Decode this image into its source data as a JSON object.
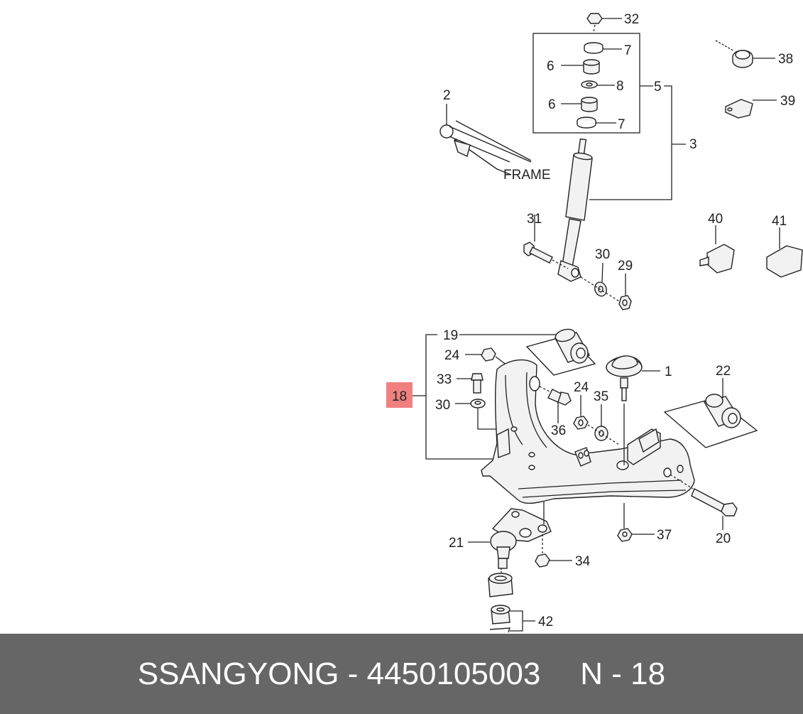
{
  "diagram": {
    "frame_label": "FRAME",
    "highlighted_part": "18",
    "callouts": {
      "c1": "1",
      "c2": "2",
      "c3": "3",
      "c5": "5",
      "c6a": "6",
      "c6b": "6",
      "c7a": "7",
      "c7b": "7",
      "c8": "8",
      "c18": "18",
      "c19": "19",
      "c20": "20",
      "c21": "21",
      "c22": "22",
      "c24a": "24",
      "c24b": "24",
      "c29": "29",
      "c30a": "30",
      "c30b": "30",
      "c31": "31",
      "c32": "32",
      "c33": "33",
      "c34": "34",
      "c35": "35",
      "c36": "36",
      "c37": "37",
      "c38": "38",
      "c39": "39",
      "c40": "40",
      "c41": "41",
      "c42": "42"
    }
  },
  "footer": {
    "brand_part": "SSANGYONG - 4450105003",
    "page_ref": "N - 18"
  },
  "colors": {
    "highlight": "#f08080",
    "footer_bg": "#666666",
    "footer_text": "#ffffff"
  }
}
